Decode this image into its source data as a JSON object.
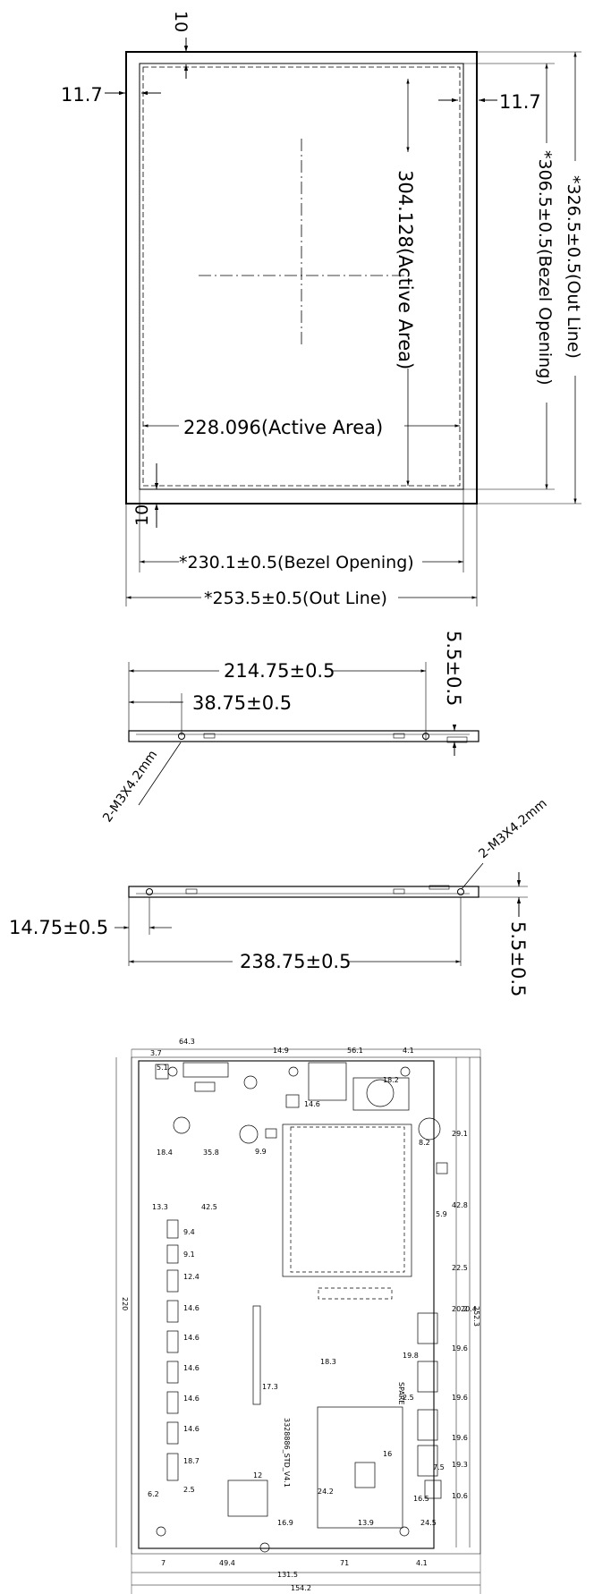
{
  "front_view": {
    "dim_top": "10",
    "dim_left": "11.7",
    "dim_right": "11.7",
    "dim_active_h": "304.128(Active Area)",
    "dim_bezel_h": "*306.5±0.5(Bezel Opening)",
    "dim_outline_h": "*326.5±0.5(Out Line)",
    "dim_active_w": "228.096(Active Area)",
    "dim_bottom": "10",
    "dim_bezel_w": "*230.1±0.5(Bezel Opening)",
    "dim_outline_w": "*253.5±0.5(Out Line)"
  },
  "side_view_top": {
    "dim_span": "214.75±0.5",
    "dim_offset": "38.75±0.5",
    "dim_thickness": "5.5±0.5",
    "screw_note": "2-M3X4.2mm"
  },
  "side_view_bottom": {
    "screw_note": "2-M3X4.2mm",
    "dim_offset": "14.75±0.5",
    "dim_span": "238.75±0.5",
    "dim_thickness": "5.5±0.5"
  },
  "rear_view": {
    "board_label": "3328886_STD_V4.1",
    "spare_label": "SPARE",
    "dims_top": [
      "3.7",
      "64.3",
      "14.9",
      "56.1",
      "4.1"
    ],
    "dims_bottom": [
      "7",
      "49.4",
      "71",
      "4.1"
    ],
    "dim_total_small": "131.5",
    "dim_total_large": "154.2",
    "dim_height_left": "220",
    "dim_height_right": "252.3",
    "dims_left_col": [
      "13.3",
      "42.5",
      "9.4",
      "9.1",
      "12.4",
      "14.6",
      "14.6",
      "14.6",
      "14.6",
      "14.6",
      "18.7",
      "2.5"
    ],
    "dims_right_col": [
      "29.1",
      "42.8",
      "22.5",
      "20.2",
      "20.4",
      "19.6",
      "19.6",
      "19.6",
      "19.3",
      "10.6"
    ],
    "dims_misc": [
      "5.1",
      "18.2",
      "14.6",
      "9.9",
      "35.8",
      "18.4",
      "8.2",
      "17.3",
      "16",
      "12",
      "24.2",
      "16.9",
      "13.9",
      "24.5",
      "6.2",
      "5.9",
      "18.3",
      "19.8",
      "2.5",
      "7.5",
      "16.5"
    ]
  }
}
